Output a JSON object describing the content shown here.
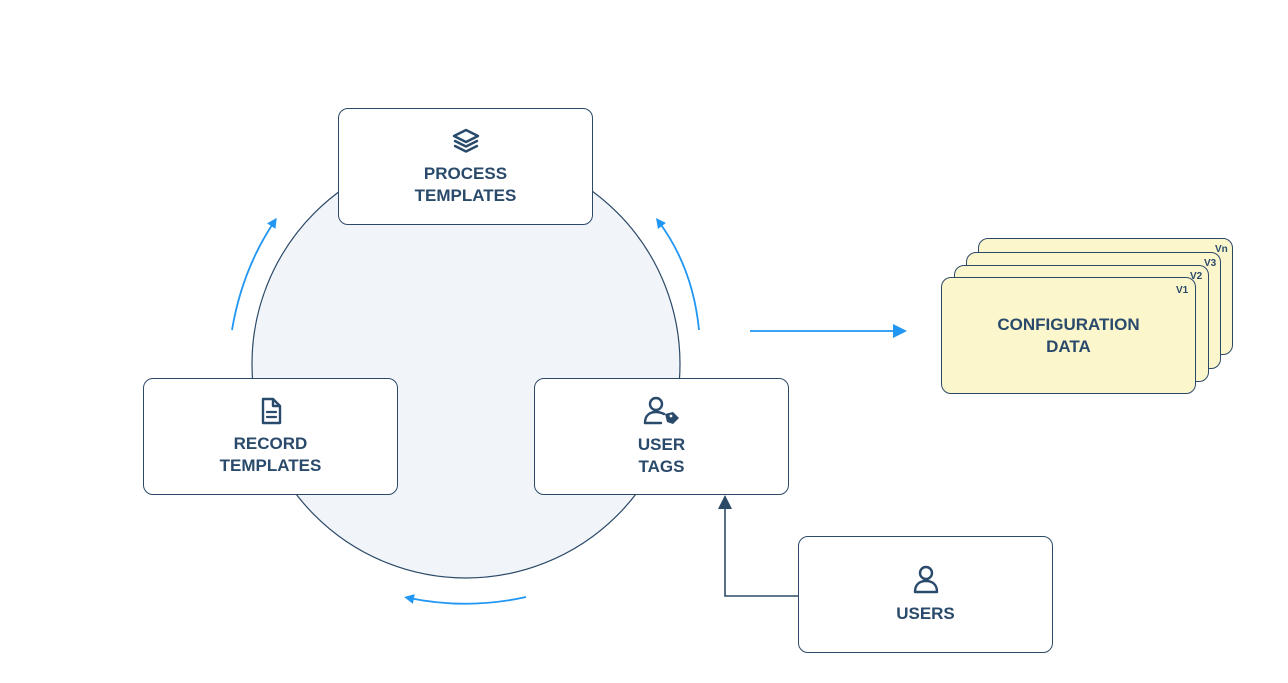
{
  "nodes": {
    "process_templates": {
      "label": "PROCESS\nTEMPLATES",
      "icon": "layers-icon"
    },
    "record_templates": {
      "label": "RECORD\nTEMPLATES",
      "icon": "document-icon"
    },
    "user_tags": {
      "label": "USER\nTAGS",
      "icon": "user-tag-icon"
    },
    "users": {
      "label": "USERS",
      "icon": "user-icon"
    },
    "configuration_data": {
      "label": "CONFIGURATION\nDATA",
      "versions": [
        "V1",
        "V2",
        "V3",
        "Vn"
      ]
    }
  },
  "colors": {
    "cycle_arrow": "#2196f3",
    "border": "#2c4a68",
    "text": "#2a4a6b",
    "circle_fill": "#f1f4f9",
    "config_fill": "#fcf6cc"
  }
}
